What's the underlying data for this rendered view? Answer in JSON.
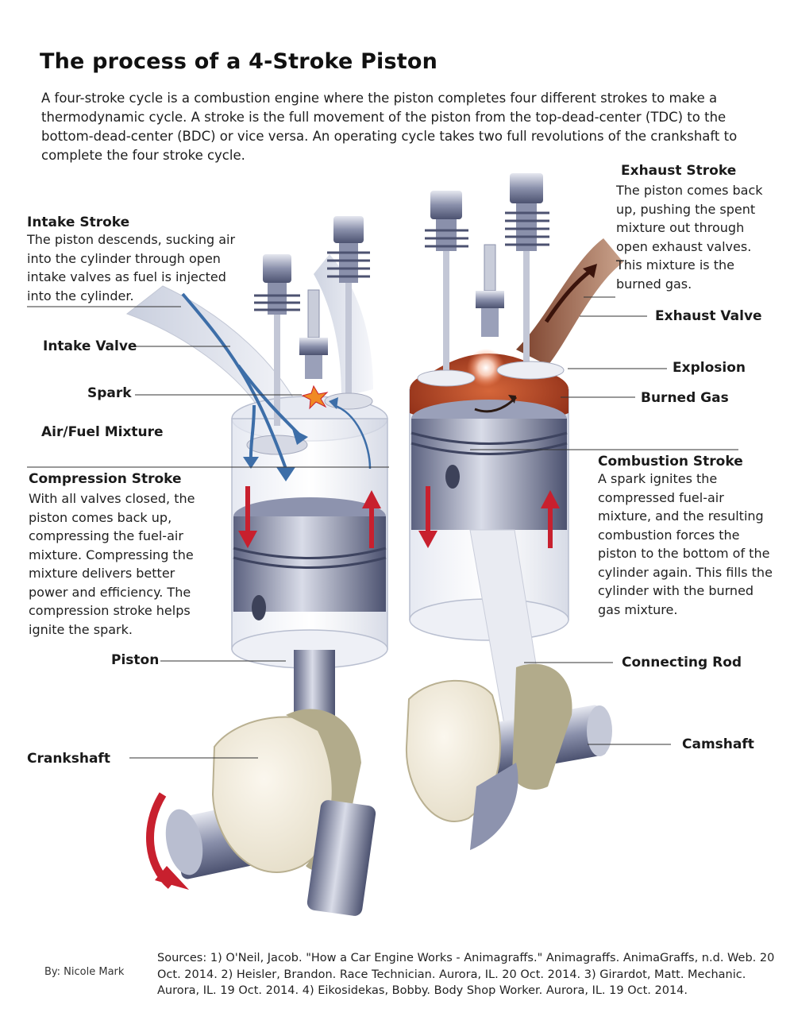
{
  "title": "The process of a 4-Stroke Piston",
  "intro": "A four-stroke cycle is a combustion engine where the piston completes four different strokes to make a thermodynamic cycle. A stroke is the full movement of the piston from the top-dead-center (TDC) to the bottom-dead-center (BDC) or vice versa. An operating cycle takes two full revolutions of the crankshaft to complete the four stroke cycle.",
  "strokes": {
    "intake": {
      "heading": "Intake Stroke",
      "text": "The piston descends, sucking air into the cylinder through open intake valves as fuel is injected into the cylinder."
    },
    "compression": {
      "heading": "Compression Stroke",
      "text": "With all valves closed, the piston comes back up, compressing the fuel-air mixture. Compressing the mixture delivers better power and efficiency. The compression stroke helps ignite the spark."
    },
    "exhaust": {
      "heading": "Exhaust Stroke",
      "text": "The piston comes back up, pushing the spent mixture out through open exhaust valves. This mixture is the burned gas."
    },
    "combustion": {
      "heading": "Combustion Stroke",
      "text": "A spark ignites the compressed fuel-air mixture, and the resulting combustion forces the piston to the bottom of the cylinder again. This fills the cylinder with the burned gas mixture."
    }
  },
  "labels": {
    "intake_valve": "Intake Valve",
    "spark": "Spark",
    "air_fuel": "Air/Fuel Mixture",
    "piston": "Piston",
    "crankshaft": "Crankshaft",
    "exhaust_valve": "Exhaust Valve",
    "explosion": "Explosion",
    "burned_gas": "Burned Gas",
    "connecting_rod": "Connecting Rod",
    "camshaft": "Camshaft"
  },
  "byline": "By: Nicole Mark",
  "sources": "Sources: 1) O'Neil, Jacob. \"How a Car Engine Works - Animagraffs.\" Animagraffs. AnimaGraffs, n.d. Web. 20 Oct. 2014. 2) Heisler, Brandon. Race Technician. Aurora, IL. 20 Oct. 2014. 3) Girardot, Matt. Mechanic. Aurora, IL. 19 Oct. 2014. 4) Eikosidekas, Bobby. Body Shop Worker. Aurora, IL. 19 Oct. 2014.",
  "colors": {
    "arrow_red": "#c8202e",
    "intake_blue": "#3d6ea8",
    "burned_gas": "#b3482a",
    "cam_cream": "#efe8d8",
    "metal": "#7d84a0"
  }
}
